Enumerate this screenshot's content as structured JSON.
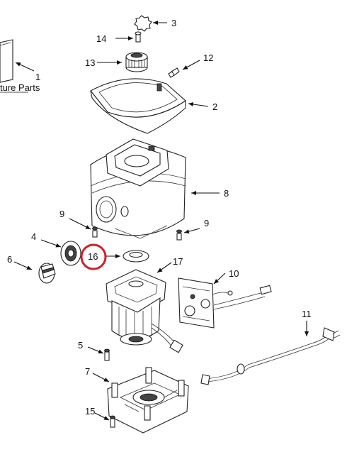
{
  "diagram": {
    "callouts": [
      "1",
      "2",
      "3",
      "4",
      "5",
      "6",
      "7",
      "8",
      "9",
      "9",
      "10",
      "11",
      "12",
      "13",
      "14",
      "15",
      "16",
      "17"
    ],
    "highlighted_callout": "16",
    "literature_caption": "ture Parts",
    "highlight_color": "#d21f26"
  }
}
